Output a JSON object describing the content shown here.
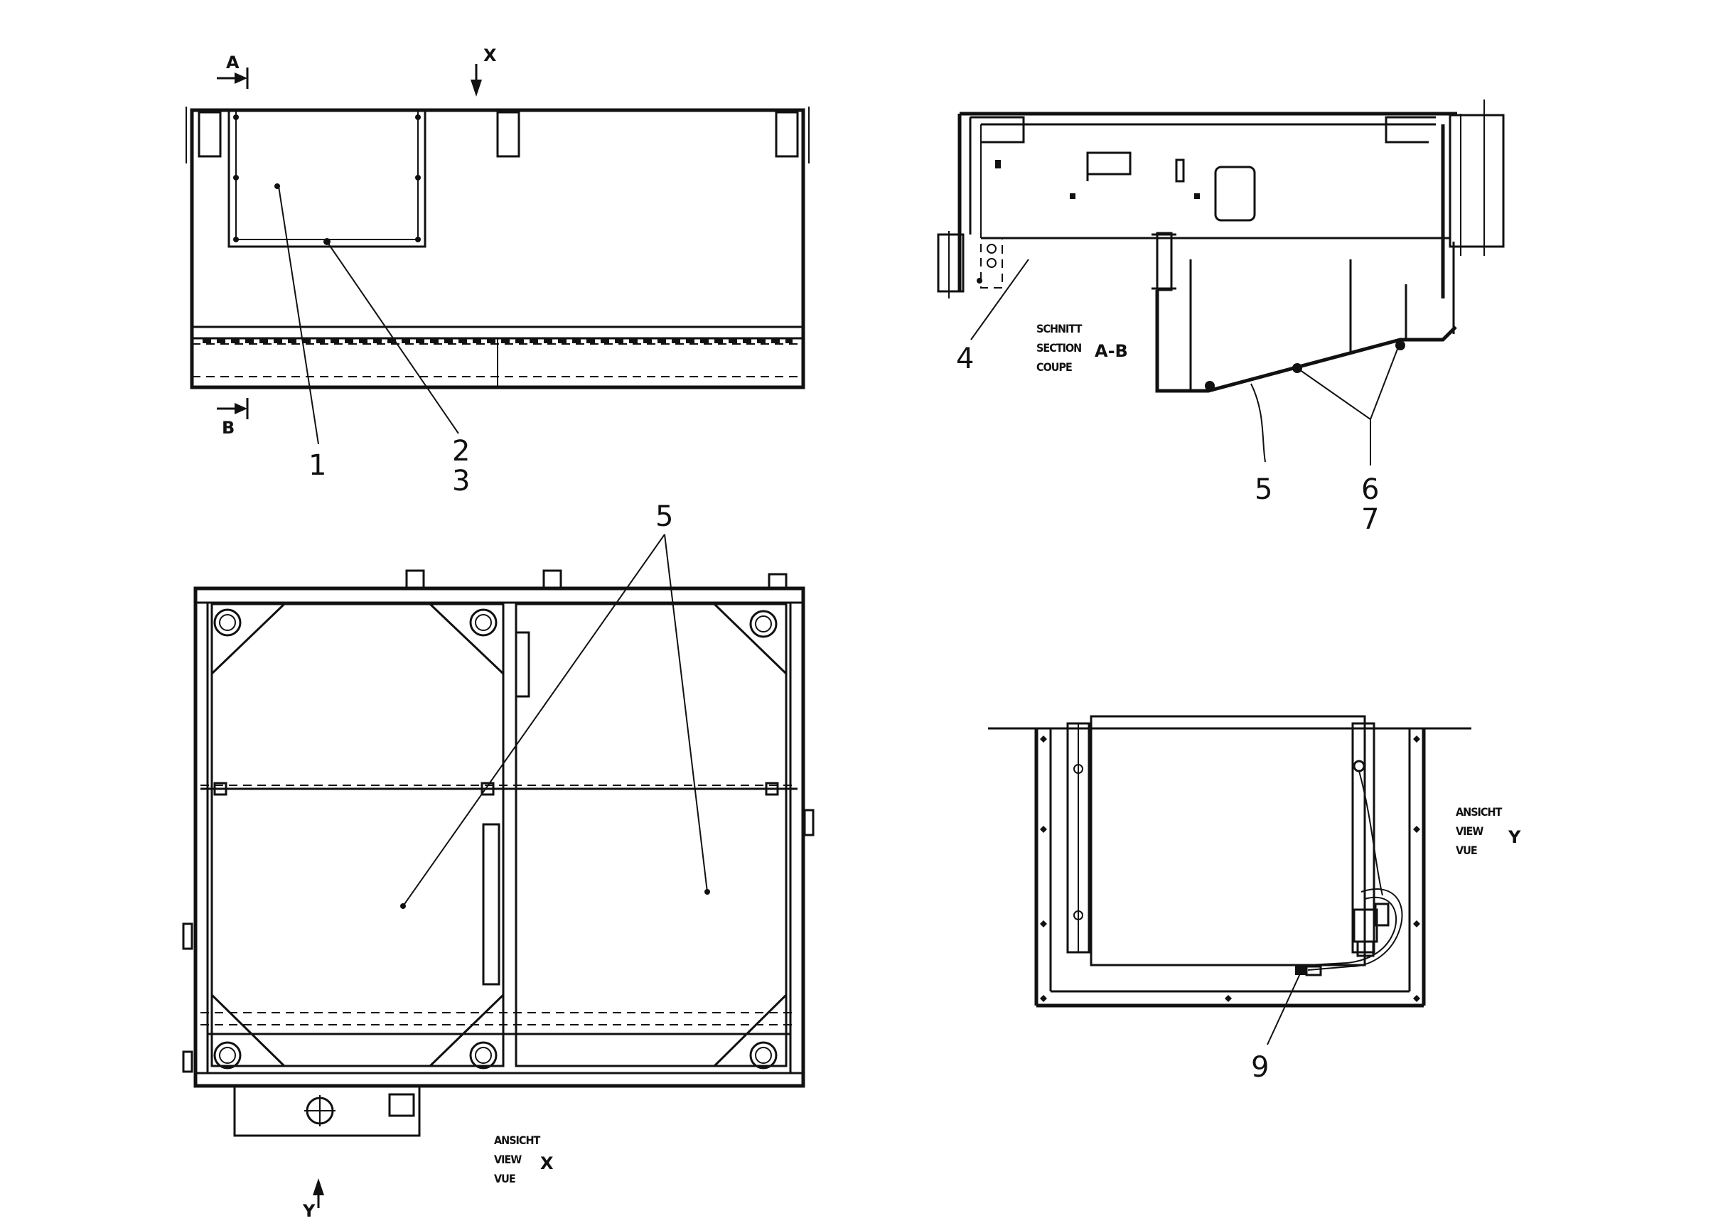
{
  "section_markers": {
    "a": "A",
    "b": "B",
    "x": "X",
    "y": "Y"
  },
  "section_label": {
    "line1": "SCHNITT",
    "line2": "SECTION",
    "line3": "COUPE",
    "tag": "A-B"
  },
  "view_x_label": {
    "line1": "ANSICHT",
    "line2": "VIEW",
    "line3": "VUE",
    "tag": "X"
  },
  "view_y_label": {
    "line1": "ANSICHT",
    "line2": "VIEW",
    "line3": "VUE",
    "tag": "Y"
  },
  "callouts": {
    "c1": "1",
    "c2": "2",
    "c3": "3",
    "c4": "4",
    "c5_section": "5",
    "c5_view": "5",
    "c6": "6",
    "c7": "7",
    "c9": "9"
  }
}
